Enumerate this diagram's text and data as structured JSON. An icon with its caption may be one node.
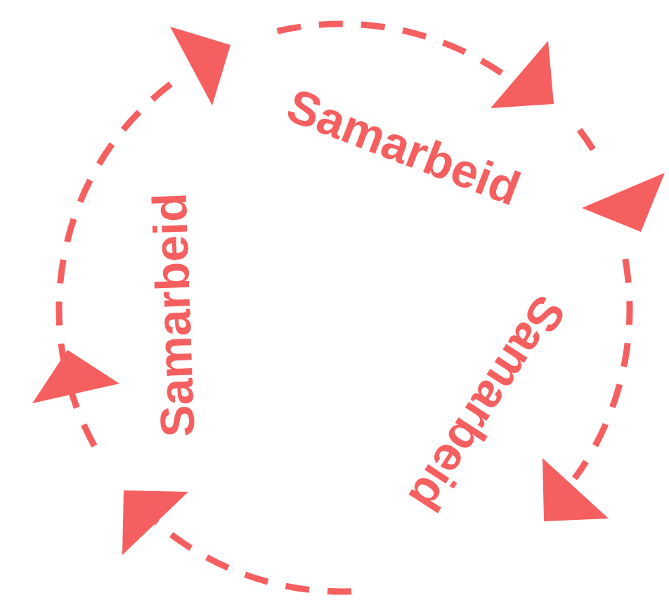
{
  "diagram": {
    "labels": [
      "Samarbeid",
      "Samarbeid",
      "Samarbeid"
    ]
  }
}
